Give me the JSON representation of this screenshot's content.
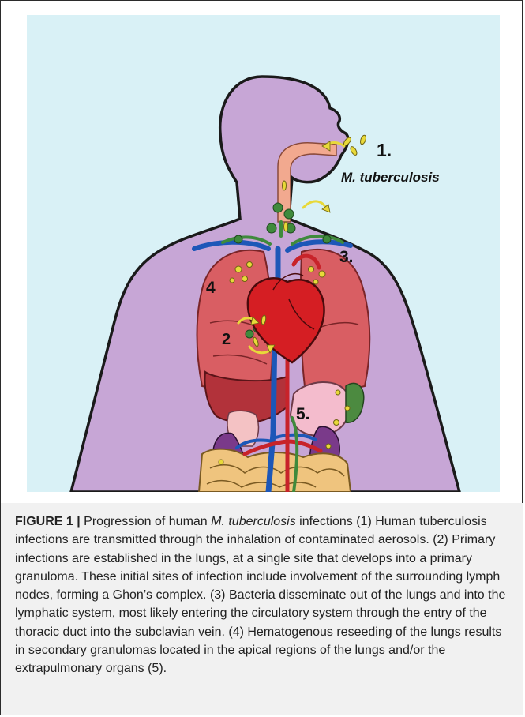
{
  "figure": {
    "labels": {
      "one": "1.",
      "organism": "M. tuberculosis",
      "two": "2",
      "three": "3.",
      "four": "4",
      "five": "5."
    },
    "colors": {
      "background": "#d9f1f6",
      "body": "#c7a6d6",
      "lung": "#d95e63",
      "liver": "#b2323a",
      "heart": "#d51e23",
      "vein": "#1d57b8",
      "lymph": "#3f8a3c",
      "bacteria": "#e8d93a"
    }
  },
  "caption": {
    "heading": "FIGURE 1 |",
    "lead": " Progression of human ",
    "species": "M. tuberculosis",
    "body": " infections (1) Human tuberculosis infections are transmitted through the inhalation of contaminated aerosols. (2) Primary infections are established in the lungs, at a single site that develops into a primary granuloma. These initial sites of infection include involvement of the surrounding lymph nodes, forming a Ghon’s complex. (3) Bacteria disseminate out of the lungs and into the lymphatic system, most likely entering the circulatory system through the entry of the thoracic duct into the subclavian vein. (4) Hematogenous reseeding of the lungs results in secondary granulomas located in the apical regions of the lungs and/or the extrapulmonary organs (5)."
  }
}
